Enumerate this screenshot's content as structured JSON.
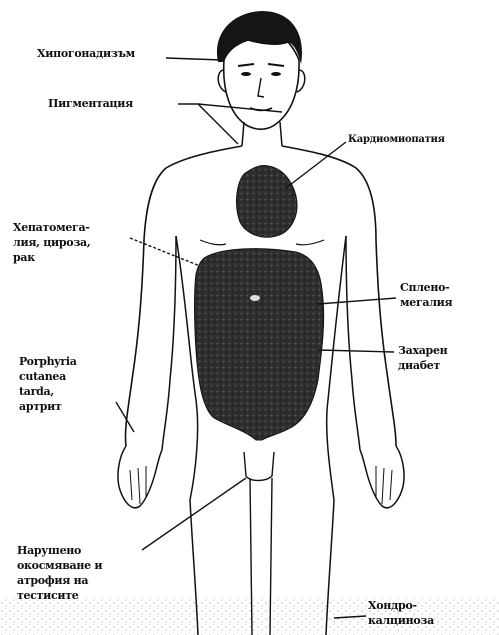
{
  "labels": {
    "hypogonadism": [
      "Хипогонадизъм"
    ],
    "pigmentation": [
      "Пигментация"
    ],
    "cardiomyopathy": [
      "Кардиомиопатия"
    ],
    "hepatomegaly": [
      "Хепатомега-",
      "лия, цироза,",
      "рак"
    ],
    "splenomegaly": [
      "Спленo-",
      "мегалия"
    ],
    "diabetes": [
      "Захарен",
      "диабет"
    ],
    "porphyria": [
      "Porphyria",
      "cutanea",
      "tarda,",
      "артрит"
    ],
    "impaired": [
      "Нарушено",
      "окосмяване и",
      "атрофия на",
      "тестисите"
    ],
    "chondrocalcinosis": [
      "Хондро-",
      "калциноза"
    ]
  },
  "colors": {
    "ink": "#111111",
    "organ": "#2a2a2a",
    "paper": "#ffffff"
  }
}
